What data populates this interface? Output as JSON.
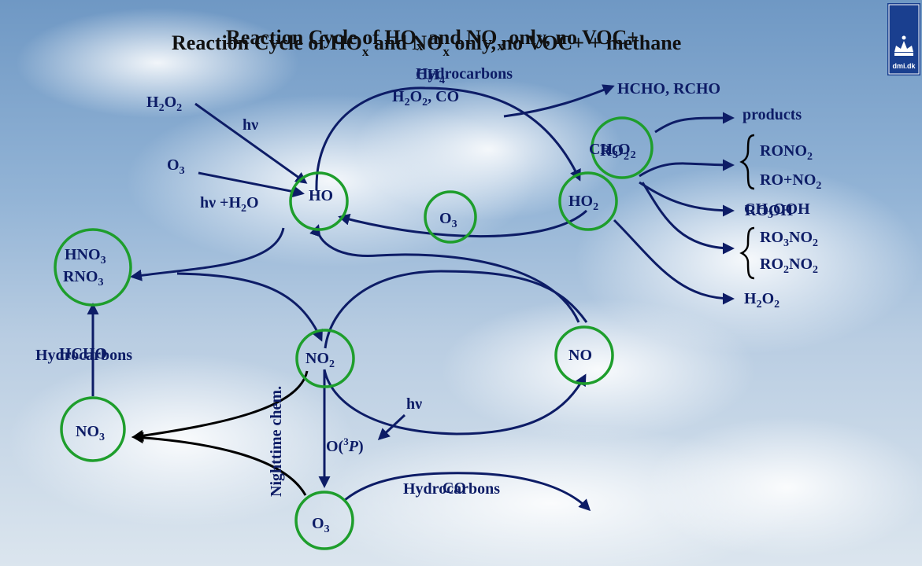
{
  "title": {
    "line1": "Reaction Cycle of HO",
    "line2": "Reaction Cycle of HO",
    "x_sub": "x",
    "mid": " and NO",
    "mid2": " only, no VOC+",
    "tail": " + methane"
  },
  "logo": {
    "text": "dmi.dk"
  },
  "nodes": {
    "ho": "HO",
    "ho2": "HO",
    "o3_center": "O",
    "no2": "NO",
    "no": "NO",
    "no3": "NO",
    "o3_bottom": "O",
    "hno3": "HNO",
    "rno3": "RNO",
    "ro2": "RO",
    "ch3o2": "CH"
  },
  "labels": {
    "h2o2_in": "H",
    "hv_top": "hν",
    "o3_in": "O",
    "hv_h2o": "hν +H",
    "ch4": "CH",
    "hydrocarbons_top": "Hydrocarbons",
    "h2o2_co": ", CO",
    "hcho_rcho": "HCHO, RCHO",
    "products": "products",
    "rono2": "RONO",
    "ro_no2": "RO+NO",
    "ch3ooh": "CH",
    "rooh": "ROOH",
    "ro3no2": "RO",
    "ro2no2": "RO",
    "h2o2_out": "H",
    "hydrocarbons_left": "Hydrocarbons",
    "hcho_left": "HCHO",
    "hv_bottom": "hν",
    "o3p": "O(",
    "o3p_sup": "3",
    "o3p_p": "P",
    "nighttime": "Nighttime chem.",
    "hydrocarbons_bottom": "Hydrocarbons",
    "co_bottom": "CO"
  },
  "colors": {
    "arrow": "#0d1c66",
    "node_ring": "#1e9e2c",
    "logo_bg": "#1a3f8f"
  }
}
